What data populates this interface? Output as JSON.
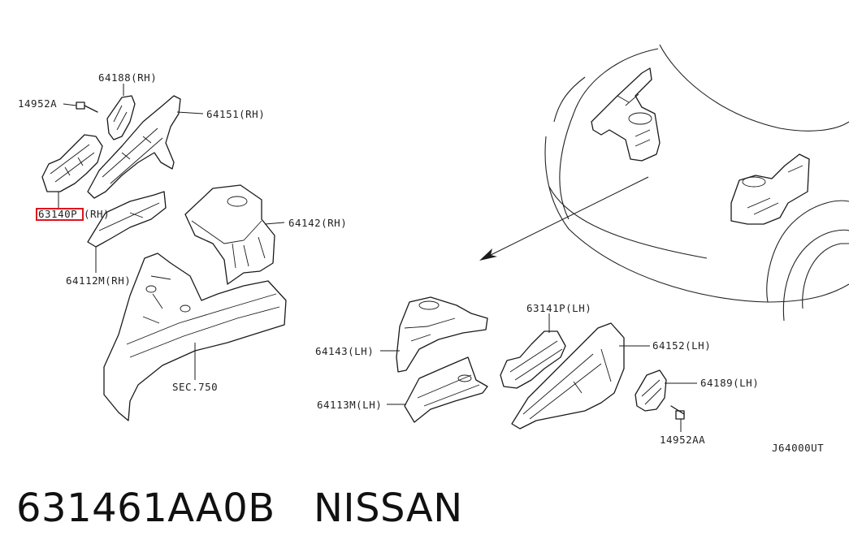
{
  "diagram": {
    "callouts": {
      "p64188": "64188(RH)",
      "p14952A": "14952A",
      "p64151": "64151(RH)",
      "p63140P": "63140P",
      "p63140P_side": "(RH)",
      "p64142": "64142(RH)",
      "p64112M": "64112M(RH)",
      "sec750": "SEC.750",
      "p64143": "64143(LH)",
      "p63141P": "63141P(LH)",
      "p64152": "64152(LH)",
      "p64189": "64189(LH)",
      "p64113M": "64113M(LH)",
      "p14952AA": "14952AA",
      "figure_code": "J64000UT"
    },
    "highlight_color": "#e0141e"
  },
  "caption": {
    "part_number": "631461AA0B",
    "brand": "NISSAN"
  }
}
